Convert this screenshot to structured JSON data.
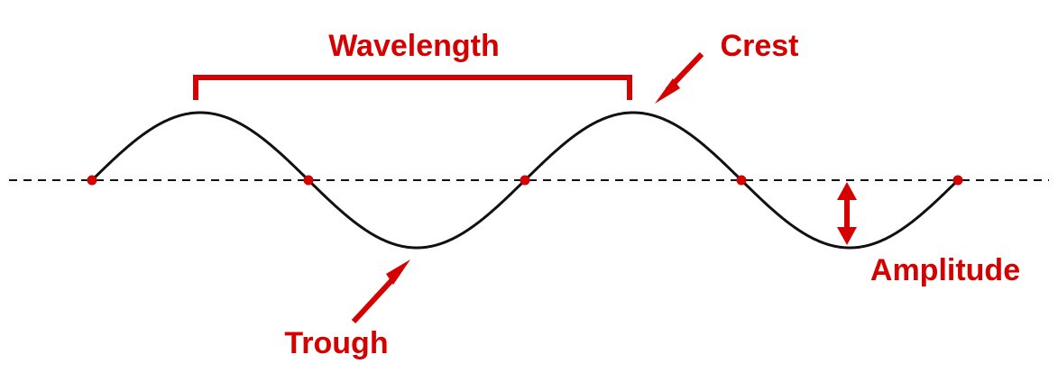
{
  "labels": {
    "wavelength": "Wavelength",
    "crest": "Crest",
    "trough": "Trough",
    "amplitude": "Amplitude"
  },
  "colors": {
    "annotation": "#d50000",
    "wave": "#111111",
    "axis": "#111111",
    "background": "#ffffff"
  }
}
